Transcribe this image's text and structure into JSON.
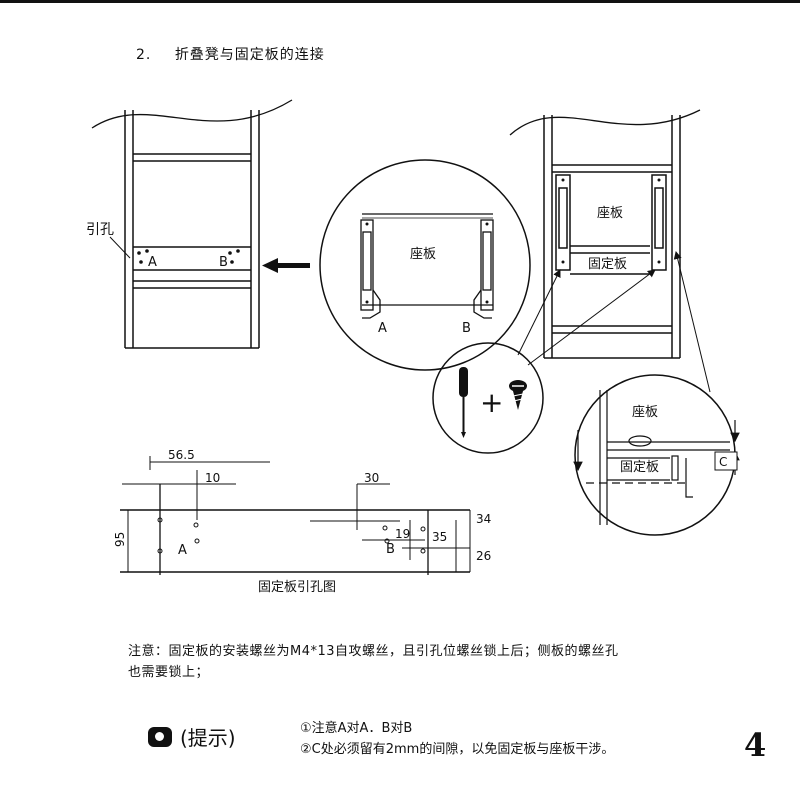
{
  "heading": {
    "number": "2.",
    "text": "折叠凳与固定板的连接"
  },
  "diagram": {
    "left_view": {
      "hole_label": "引孔",
      "point_a": "A",
      "point_b": "B"
    },
    "zoom_circle": {
      "seat_board": "座板",
      "point_a": "A",
      "point_b": "B"
    },
    "right_view": {
      "seat_board": "座板",
      "fixed_board": "固定板"
    },
    "tools": {
      "plus": "+"
    },
    "detail_circle": {
      "seat_board": "座板",
      "fixed_board": "固定板",
      "gap_label": "C"
    },
    "dimensions": {
      "d_56_5": "56.5",
      "d_10": "10",
      "d_95": "95",
      "d_30": "30",
      "d_19": "19",
      "d_35": "35",
      "d_34": "34",
      "d_26": "26",
      "point_a": "A",
      "point_b": "B",
      "caption": "固定板引孔图"
    }
  },
  "note": {
    "line1": "注意：固定板的安装螺丝为M4*13自攻螺丝，且引孔位螺丝锁上后；侧板的螺丝孔",
    "line2": "也需要锁上；"
  },
  "tips": {
    "title": "(提示)",
    "item1": "①注意A对A．B对B",
    "item2": "②C处必须留有2mm的间隙，以免固定板与座板干涉。"
  },
  "page_number": "4"
}
